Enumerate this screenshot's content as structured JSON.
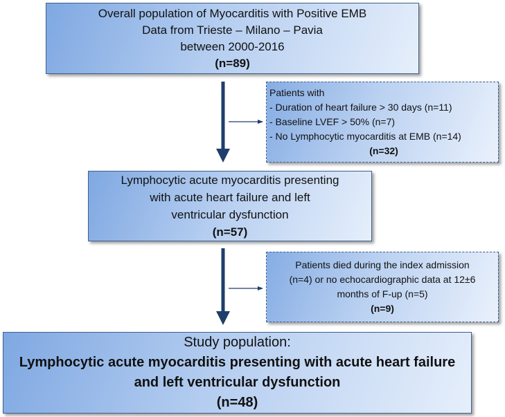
{
  "overall": {
    "lines": [
      "Overall population of Myocarditis with Positive EMB",
      "Data from Trieste – Milano – Pavia",
      "between 2000-2016"
    ],
    "count": "(n=89)"
  },
  "exclusion_1": {
    "heading": "Patients with",
    "items": [
      "- Duration of heart failure > 30 days  (n=11)",
      "- Baseline LVEF > 50% (n=7)",
      "- No Lymphocytic myocarditis at EMB (n=14)"
    ],
    "count": "(n=32)"
  },
  "lymphocytic": {
    "lines": [
      "Lymphocytic acute myocarditis presenting",
      "with acute heart failure and left",
      "ventricular dysfunction"
    ],
    "count": "(n=57)"
  },
  "exclusion_2": {
    "lines": [
      "Patients died during the index admission",
      "(n=4) or no echocardiographic data at 12±6",
      "months of F-up (n=5)"
    ],
    "count": "(n=9)"
  },
  "study": {
    "title": "Study population:",
    "lines": [
      "Lymphocytic acute myocarditis presenting with acute heart failure",
      "and left ventricular dysfunction"
    ],
    "count": "(n=48)"
  },
  "colors": {
    "arrow": "#1f3e6b",
    "border": "#3e5f8c",
    "fill_dark": "#7fa8e2",
    "fill_light": "#e6effb"
  }
}
